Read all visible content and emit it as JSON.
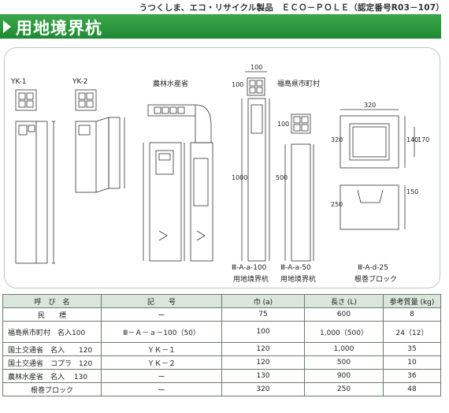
{
  "header": {
    "tagline": "うつくしま、エコ・リサイクル製品　ＥＣＯ－ＰＯＬＥ（認定番号R03－107）",
    "title": "用地境界杭"
  },
  "drawings": {
    "yk1": "YK-1",
    "yk2": "YK-2",
    "norin": "農林水産省",
    "fukushima": "福島県市町村",
    "dim_100_a": "100",
    "dim_100_b": "100",
    "dim_100_c": "100",
    "dim_1000": "1000",
    "dim_500": "500",
    "dim_320": "320",
    "dim_320v": "320",
    "dim_140": "140",
    "dim_170": "170",
    "dim_250": "250",
    "dim_150": "150",
    "cap_a100_1": "Ⅲ-A-a-100",
    "cap_a100_2": "用地境界杭",
    "cap_a50_1": "Ⅲ-A-a-50",
    "cap_a50_2": "用地境界杭",
    "cap_d25_1": "Ⅲ-A-d-25",
    "cap_d25_2": "根巻ブロック"
  },
  "table": {
    "headers": [
      "呼　び　名",
      "記　　号",
      "巾 (a)",
      "長さ (L)",
      "参考質量 (kg)"
    ],
    "rows": [
      [
        "民　　標",
        "ー",
        "75",
        "600",
        "8"
      ],
      [
        "福島県市町村　名入100",
        "Ⅲ－Ａ－ａ－100（50）",
        "100",
        "1,000（500）",
        "24（12）"
      ],
      [
        "国土交通省　名入　　120",
        "ＹＫ－１",
        "120",
        "1,000",
        "35"
      ],
      [
        "国土交通省　コプラ　120",
        "ＹＫ－２",
        "120",
        "500",
        "10"
      ],
      [
        "農林水産省　名入　 130",
        "ー",
        "130",
        "900",
        "36"
      ],
      [
        "根巻ブロック",
        "ー",
        "320",
        "250",
        "48"
      ]
    ]
  }
}
